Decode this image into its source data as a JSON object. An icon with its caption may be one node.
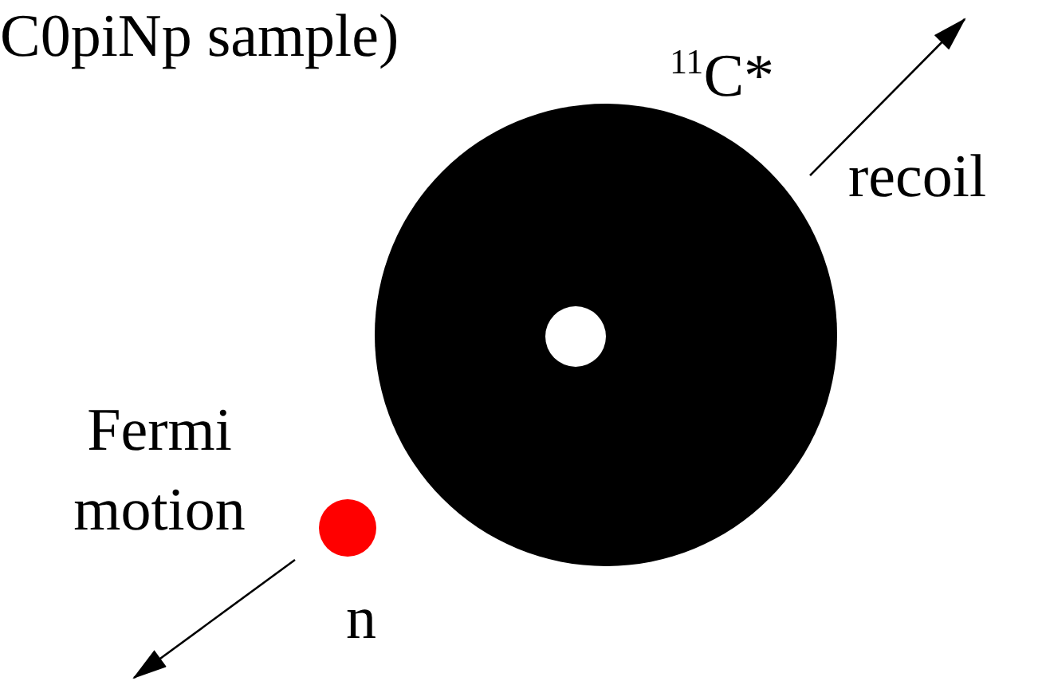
{
  "diagram": {
    "labels": [
      "C0piNp sample)",
      "$^{11}$C*",
      "recoil",
      "Fermi motion",
      "n"
    ]
  }
}
